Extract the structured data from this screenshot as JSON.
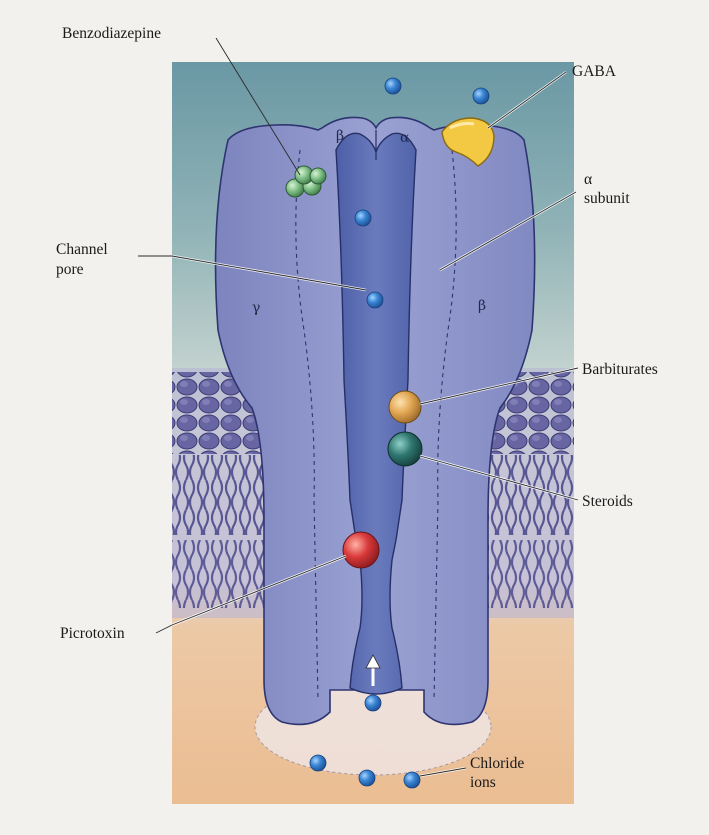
{
  "labels": {
    "benzodiazepine": "Benzodiazepine",
    "gaba": "GABA",
    "alpha_symbol": "α",
    "alpha_word": "subunit",
    "channel_line1": "Channel",
    "channel_line2": "pore",
    "barbiturates": "Barbiturates",
    "steroids": "Steroids",
    "picrotoxin": "Picrotoxin",
    "chloride_line1": "Chloride",
    "chloride_line2": "ions"
  },
  "subunits": {
    "top_left": "β",
    "top_right": "α",
    "left": "γ",
    "right": "β"
  },
  "colors": {
    "background": "#f3f1ee",
    "extracellular_top": "#6c9aa4",
    "extracellular_bottom": "#c9d4cf",
    "intracellular": "#ecc49c",
    "membrane": "#9a98c6",
    "lipid_head": "#5e5c99",
    "receptor": "#8c93c8",
    "pore": "#5d6fb4",
    "ion": "#2f6fc0",
    "benzodiazepine": "#7fbf86",
    "gaba": "#f3c843",
    "barbiturates": "#e0a650",
    "steroids": "#2f7670",
    "picrotoxin": "#d9393a"
  }
}
